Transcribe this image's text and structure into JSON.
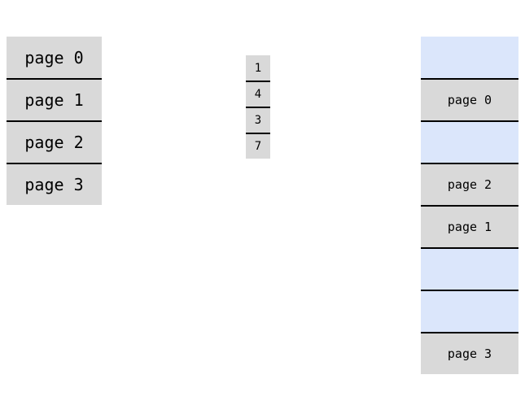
{
  "logical_memory": [
    "page 0",
    "page 1",
    "page 2",
    "page 3"
  ],
  "page_table": [
    "1",
    "4",
    "3",
    "7"
  ],
  "physical_memory": [
    "",
    "page 0",
    "",
    "page 2",
    "page 1",
    "",
    "",
    "page 3"
  ],
  "colors": {
    "page": "#d9d9d9",
    "free_frame": "#dbe6fb",
    "divider": "#000000"
  }
}
